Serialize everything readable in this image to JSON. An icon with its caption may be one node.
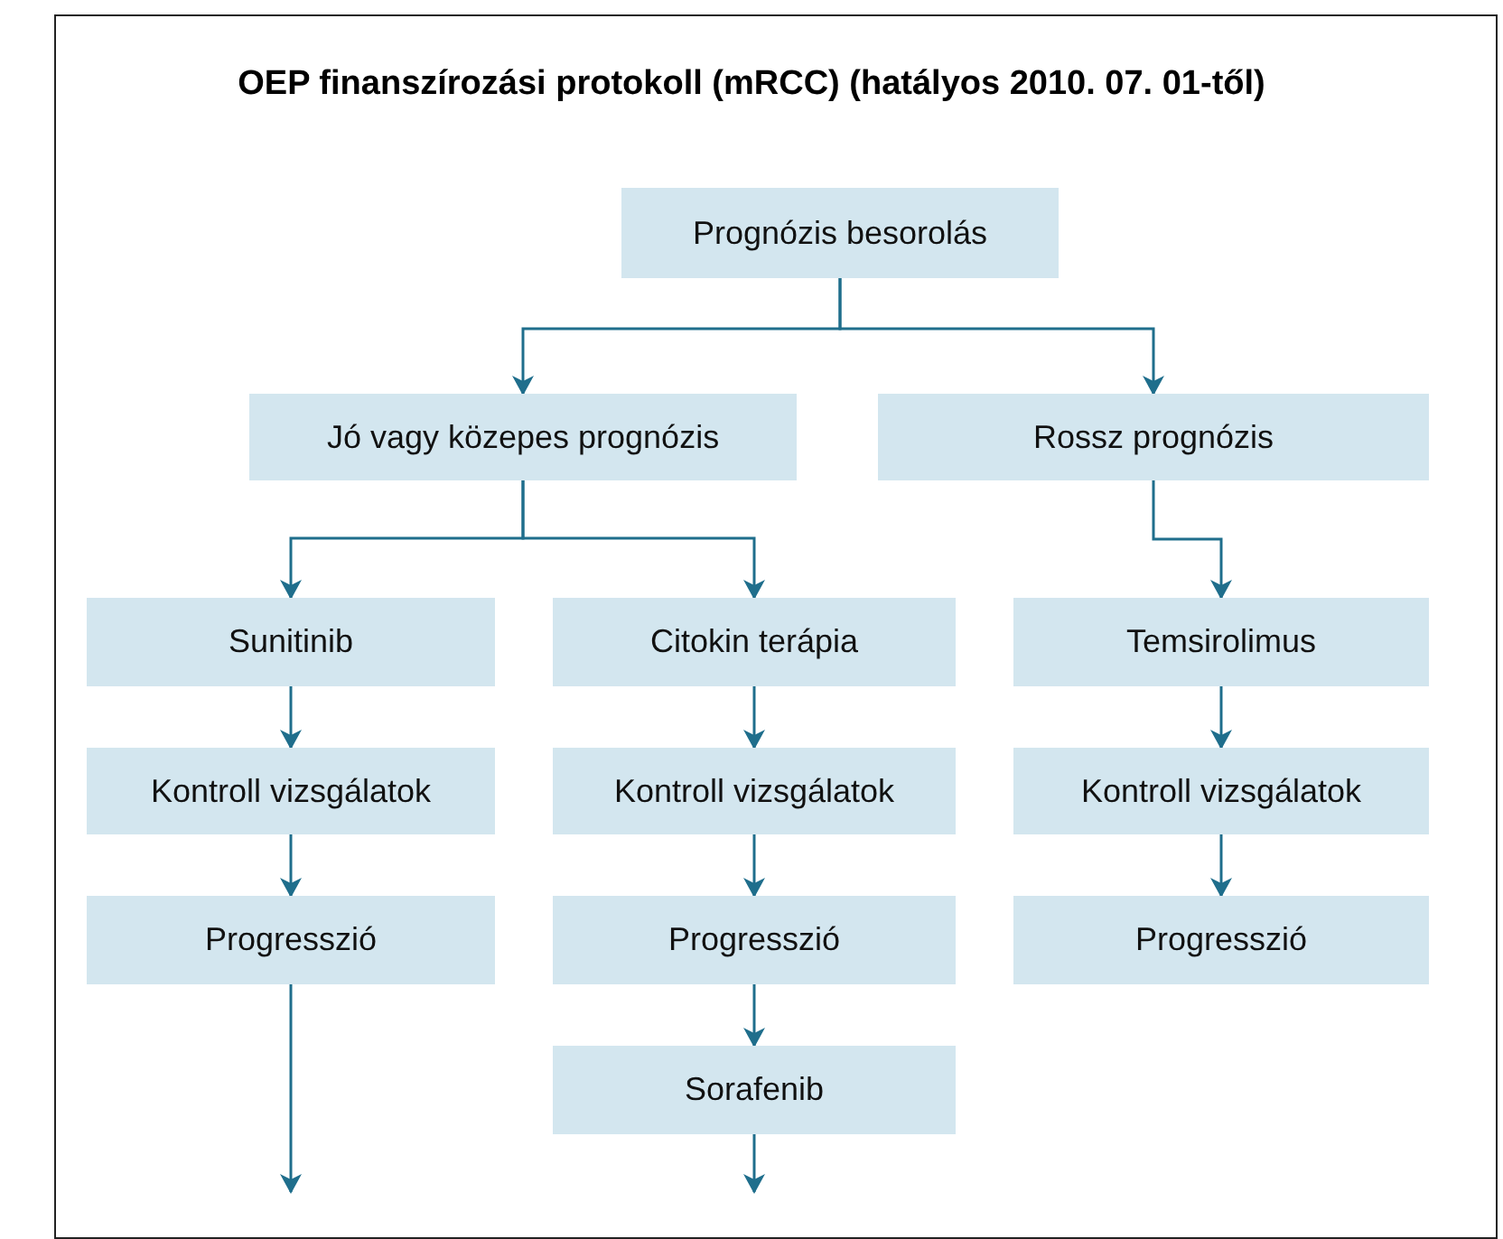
{
  "diagram": {
    "title": "OEP finanszírozási protokoll (mRCC) (hatályos 2010. 07. 01-től)",
    "nodes": [
      {
        "text": [
          "Prognózis besorolás"
        ]
      },
      {
        "text": [
          "Jó vagy közepes prognózis"
        ]
      },
      {
        "text": [
          "Rossz prognózis"
        ]
      },
      {
        "text": [
          "Sunitinib"
        ]
      },
      {
        "text": [
          "Citokin terápia"
        ]
      },
      {
        "text": [
          "Temsirolimus"
        ]
      },
      {
        "text": [
          "Kontroll vizsgálatok"
        ]
      },
      {
        "text": [
          "Kontroll vizsgálatok"
        ]
      },
      {
        "text": [
          "Kontroll vizsgálatok"
        ]
      },
      {
        "text": [
          "Progresszió"
        ]
      },
      {
        "text": [
          "Progresszió"
        ]
      },
      {
        "text": [
          "Progresszió"
        ]
      },
      {
        "text": [
          "Sorafenib"
        ]
      }
    ],
    "edges": [
      {
        "from": 0,
        "to": 1,
        "arrow": "to"
      },
      {
        "from": 0,
        "to": 2,
        "arrow": "to"
      },
      {
        "from": 1,
        "to": 3,
        "arrow": "to"
      },
      {
        "from": 1,
        "to": 4,
        "arrow": "to"
      },
      {
        "from": 2,
        "to": 5,
        "arrow": "to"
      },
      {
        "from": 3,
        "to": 6,
        "arrow": "to"
      },
      {
        "from": 4,
        "to": 7,
        "arrow": "to"
      },
      {
        "from": 5,
        "to": 8,
        "arrow": "to"
      },
      {
        "from": 6,
        "to": 9,
        "arrow": "to"
      },
      {
        "from": 7,
        "to": 10,
        "arrow": "to"
      },
      {
        "from": 8,
        "to": 11,
        "arrow": "to"
      },
      {
        "from": 10,
        "to": 12,
        "arrow": "to"
      },
      {
        "from": 9,
        "to": null,
        "arrow": "to"
      },
      {
        "from": 12,
        "to": null,
        "arrow": "to"
      }
    ]
  }
}
